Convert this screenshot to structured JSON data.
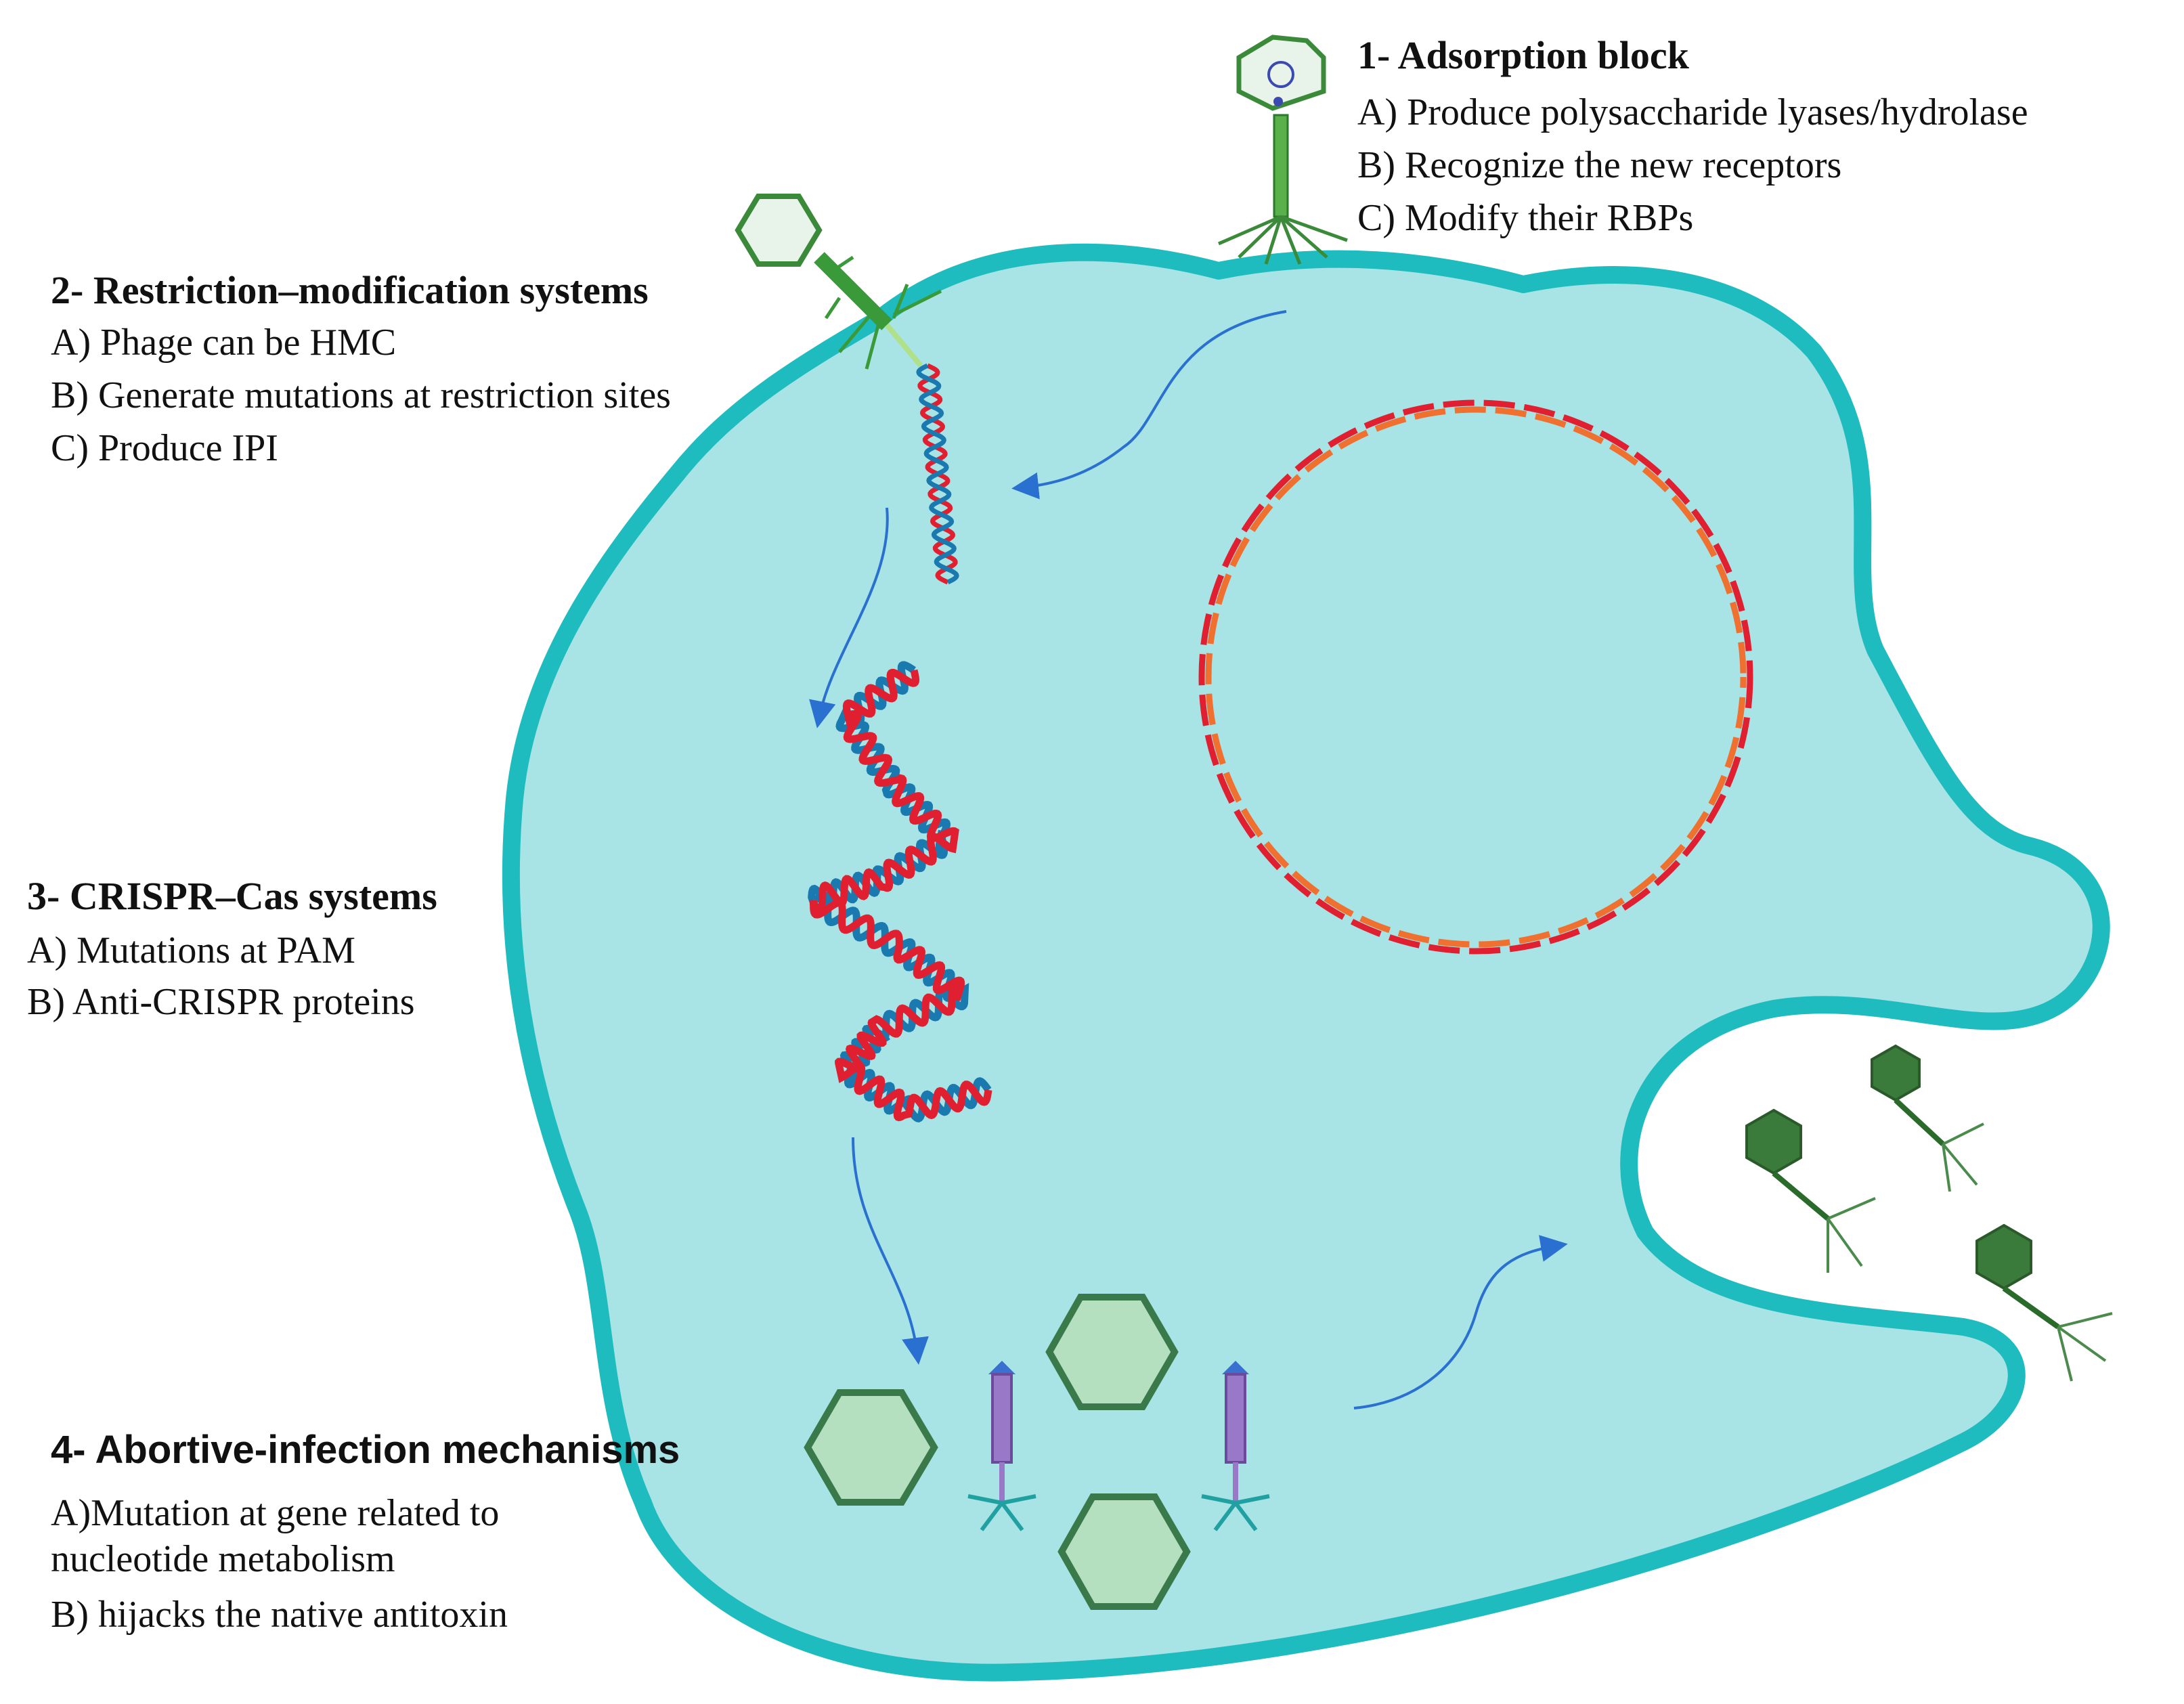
{
  "sections": [
    {
      "title": "1- Adsorption block",
      "lines": [
        "A) Produce polysaccharide lyases/hydrolase",
        "B) Recognize the new receptors",
        "C) Modify their RBPs"
      ]
    },
    {
      "title": "2- Restriction–modification systems",
      "lines": [
        "A) Phage can be HMC",
        "B) Generate mutations at restriction sites",
        "C) Produce IPI"
      ]
    },
    {
      "title": "3- CRISPR–Cas systems",
      "lines": [
        "A) Mutations at PAM",
        "B) Anti-CRISPR proteins"
      ]
    },
    {
      "title": "4- Abortive-infection mechanisms",
      "lines": [
        "A)Mutation at gene related to",
        "nucleotide metabolism",
        "B) hijacks the native antitoxin"
      ]
    }
  ],
  "colors": {
    "cell_fill": "#a8e4e6",
    "cell_membrane": "#1fbcbf",
    "dna_red": "#e02030",
    "dna_orange": "#f07030",
    "dna_blue": "#1a7ab0",
    "phage_green": "#3a8a3a",
    "capsid_fill": "#b4e0c0",
    "arrow_blue": "#2a70d0"
  },
  "icons": [
    "phage-icon",
    "circular-chromosome-icon",
    "phage-dna-icon",
    "capsid-icon",
    "phage-tail-icon",
    "curved-arrow-icon"
  ]
}
